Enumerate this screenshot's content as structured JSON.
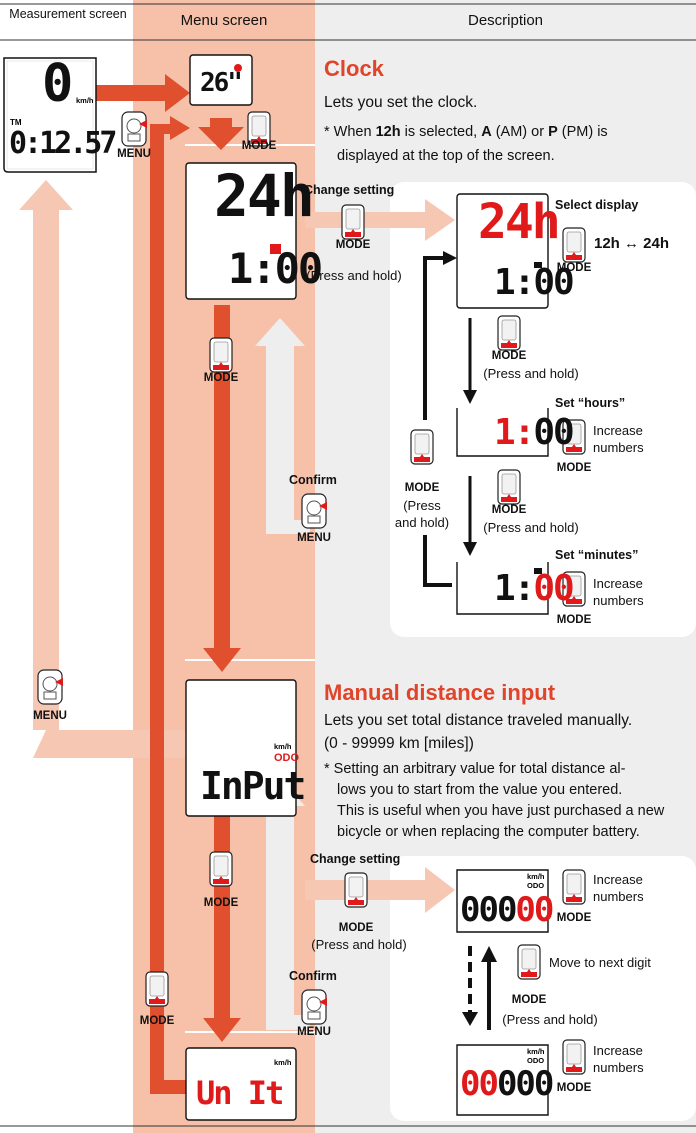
{
  "headers": {
    "measurement": "Measurement screen",
    "menu": "Menu screen",
    "description": "Description"
  },
  "buttons": {
    "menu": "MENU",
    "mode": "MODE",
    "press_and_hold": "(Press and hold)",
    "press_and_hold_split": [
      "(Press",
      "and hold)"
    ]
  },
  "lcd": {
    "speed": "0",
    "speed_unit": "km/h",
    "tm_label": "TM",
    "elapsed_time": "0:12.57",
    "menu_clock_icon": "26\"",
    "clock_24h": "24h",
    "clock_time": "1:00",
    "select_display": "24h",
    "set_hours_digits": "1:",
    "set_hours_rest": "00",
    "set_minutes_first": "1:",
    "set_minutes_digits": "00",
    "input_unit": "km/h",
    "input_odo": "ODO",
    "input_text": "InPut",
    "odo_a_black": "000",
    "odo_a_red": "00",
    "odo_b_red": "00",
    "odo_b_black": "000",
    "unit_text": "Un It",
    "unit_label": "km/h"
  },
  "clock": {
    "title": "Clock",
    "desc": "Lets you set the clock.",
    "note_pre": "* When ",
    "note_b1": "12h",
    "note_mid1": " is selected, ",
    "note_b2": "A",
    "note_mid2": " (AM) or ",
    "note_b3": "P",
    "note_mid3": " (PM) is",
    "note_line2": "displayed at the top of the screen.",
    "change_setting": "Change setting",
    "confirm": "Confirm",
    "select_display": "Select display",
    "toggle": "12h ↔ 24h",
    "set_hours": "Set “hours”",
    "set_minutes": "Set “minutes”",
    "increase_numbers": [
      "Increase",
      "numbers"
    ]
  },
  "manual": {
    "title": "Manual distance input",
    "desc1": "Lets you set total distance traveled manually.",
    "desc2": "(0 - 99999 km [miles])",
    "note": [
      "* Setting an arbitrary value for total distance al-",
      "lows you to start from the value you entered.",
      "This is useful when you have just purchased a new",
      "bicycle or when replacing the computer battery."
    ],
    "change_setting": "Change setting",
    "confirm": "Confirm",
    "move_next_digit": "Move to next digit",
    "increase_numbers": [
      "Increase",
      "numbers"
    ]
  },
  "colors": {
    "menu_column": "#f6c1a8",
    "desc_column": "#eeeeee",
    "accent_arrow": "#e0502e",
    "light_arrow": "#f6c8b4",
    "title": "#e0442a"
  }
}
